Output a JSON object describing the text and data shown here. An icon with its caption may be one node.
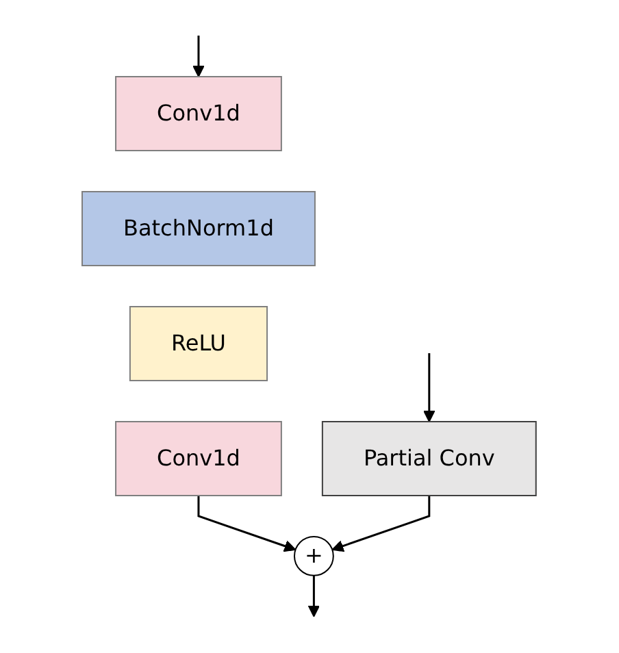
{
  "diagram": {
    "nodes": [
      {
        "text": [
          "Conv1d"
        ]
      },
      {
        "text": [
          "BatchNorm1d"
        ]
      },
      {
        "text": [
          "ReLU"
        ]
      },
      {
        "text": [
          "Conv1d"
        ]
      },
      {
        "text": [
          "Partial Conv"
        ]
      },
      {
        "text": [
          "+"
        ]
      }
    ],
    "edges": [
      {
        "from": null,
        "to": 0,
        "arrow": "to"
      },
      {
        "from": null,
        "to": 4,
        "arrow": "to"
      },
      {
        "from": 3,
        "to": 5,
        "arrow": "to"
      },
      {
        "from": 4,
        "to": 5,
        "arrow": "to"
      },
      {
        "from": 5,
        "to": null,
        "arrow": "to"
      }
    ]
  }
}
